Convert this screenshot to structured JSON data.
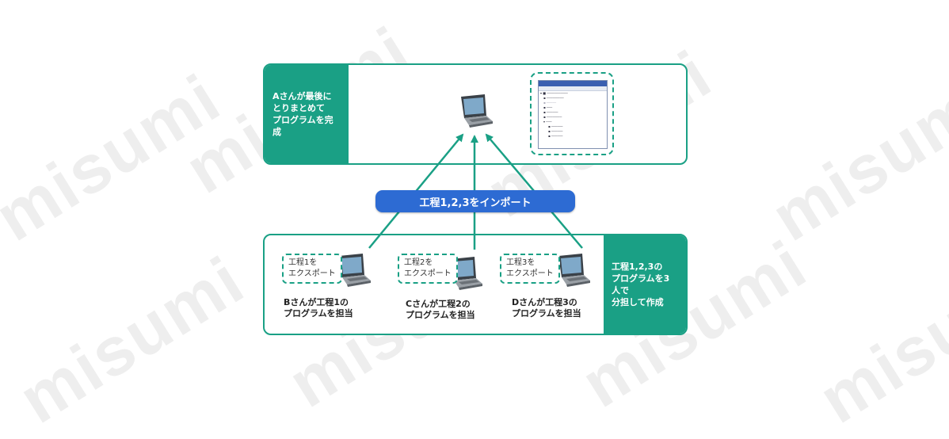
{
  "top_panel": {
    "description": "Aさんが最後に\nとりまとめて\nプログラムを完成"
  },
  "import_bar": {
    "label": "工程1,2,3をインポート"
  },
  "bottom_panel": {
    "description": "工程1,2,3の\nプログラムを3人で\n分担して作成"
  },
  "workers": [
    {
      "export_label": "工程1を\nエクスポート",
      "caption": "Bさんが工程1の\nプログラムを担当"
    },
    {
      "export_label": "工程2を\nエクスポート",
      "caption": "Cさんが工程2の\nプログラムを担当"
    },
    {
      "export_label": "工程3を\nエクスポート",
      "caption": "Dさんが工程3の\nプログラムを担当"
    }
  ],
  "watermark": "misumi",
  "colors": {
    "teal": "#1aa085",
    "blue": "#2d6bd3"
  }
}
